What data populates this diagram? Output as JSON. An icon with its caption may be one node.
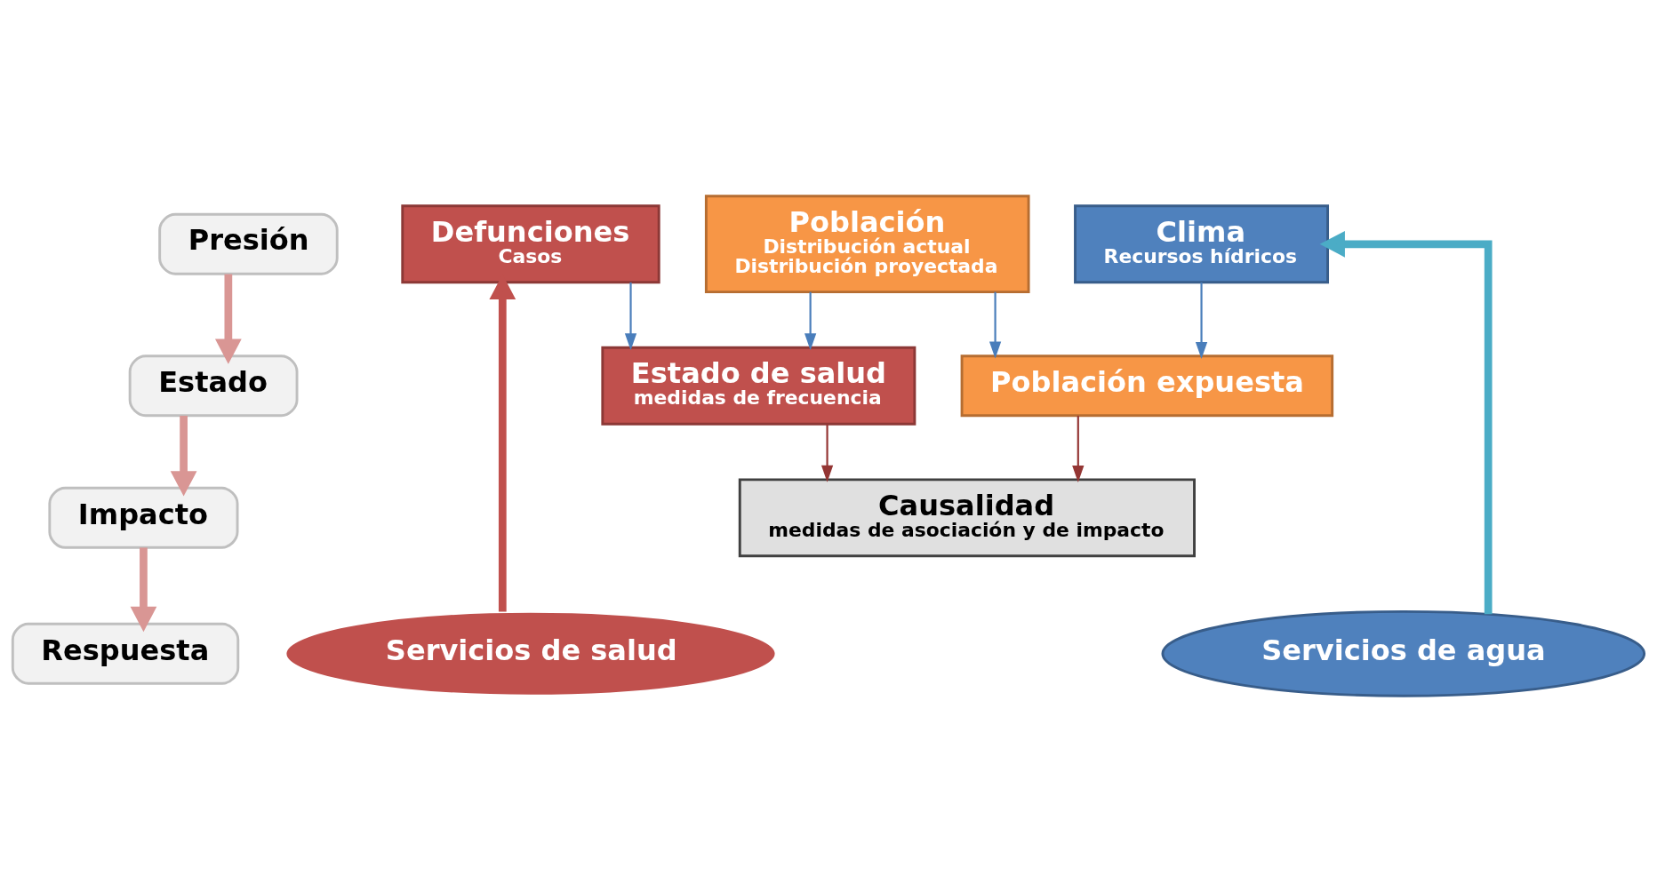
{
  "diagram": {
    "nodes": [
      {
        "text": [
          "Presión"
        ]
      },
      {
        "text": [
          "Estado"
        ]
      },
      {
        "text": [
          "Impacto"
        ]
      },
      {
        "text": [
          "Respuesta"
        ]
      },
      {
        "text": [
          "Defunciones",
          "Casos"
        ]
      },
      {
        "text": [
          "Población",
          "Distribución actual",
          "Distribución proyectada"
        ]
      },
      {
        "text": [
          "Clima",
          "Recursos hídricos"
        ]
      },
      {
        "text": [
          "Estado de salud",
          "medidas de frecuencia"
        ]
      },
      {
        "text": [
          "Población expuesta"
        ]
      },
      {
        "text": [
          "Causalidad",
          "medidas de asociación y de impacto"
        ]
      },
      {
        "text": [
          "Servicios de salud"
        ]
      },
      {
        "text": [
          "Servicios de agua"
        ]
      }
    ],
    "edges": [
      {
        "from": 0,
        "to": 1,
        "arrow": "to",
        "style": "thick",
        "color": "#d99694"
      },
      {
        "from": 1,
        "to": 2,
        "arrow": "to",
        "style": "thick",
        "color": "#d99694"
      },
      {
        "from": 2,
        "to": 3,
        "arrow": "to",
        "style": "thick",
        "color": "#d99694"
      },
      {
        "from": 4,
        "to": 7,
        "arrow": "to"
      },
      {
        "from": 5,
        "to": 7,
        "arrow": "to"
      },
      {
        "from": 5,
        "to": 8,
        "arrow": "to"
      },
      {
        "from": 6,
        "to": 8,
        "arrow": "to"
      },
      {
        "from": 7,
        "to": 9,
        "arrow": "to",
        "color": "#943634"
      },
      {
        "from": 8,
        "to": 9,
        "arrow": "to",
        "color": "#943634"
      },
      {
        "from": 10,
        "to": 4,
        "arrow": "to",
        "style": "thick",
        "color": "#c0504d"
      },
      {
        "from": 11,
        "to": 6,
        "arrow": "to",
        "style": "thick",
        "color": "#4bacc6"
      }
    ]
  }
}
